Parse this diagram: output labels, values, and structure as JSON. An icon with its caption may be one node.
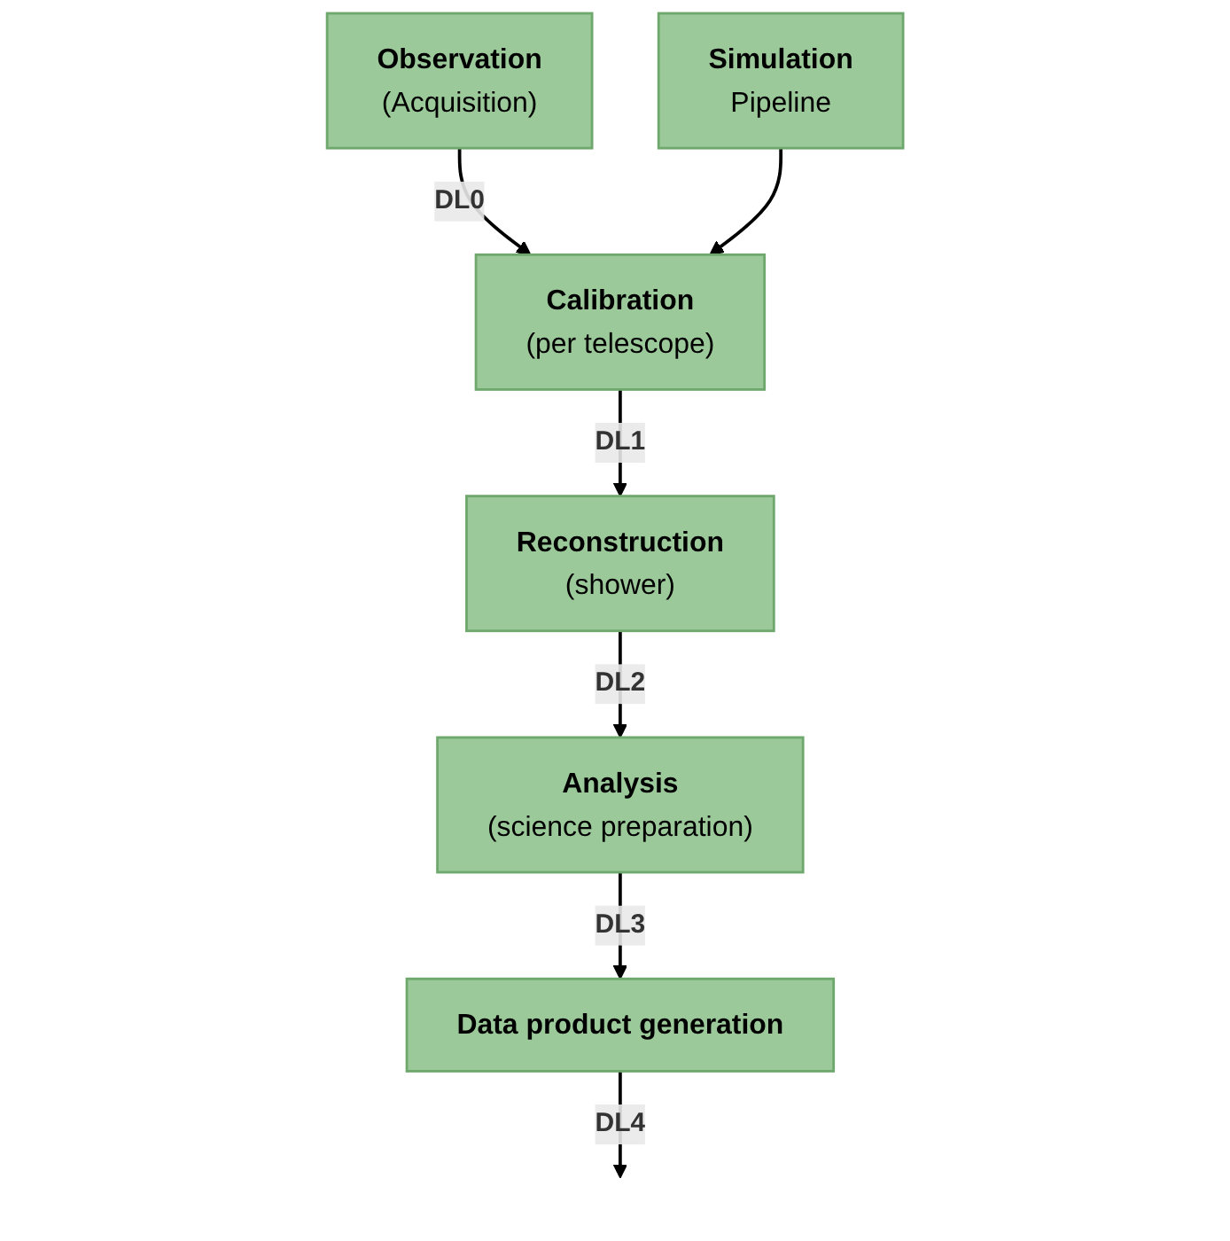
{
  "diagram": {
    "nodes": [
      {
        "text": [
          "Observation",
          "(Acquisition)"
        ]
      },
      {
        "text": [
          "Simulation",
          "Pipeline"
        ]
      },
      {
        "text": [
          "Calibration",
          "(per telescope)"
        ]
      },
      {
        "text": [
          "Reconstruction",
          "(shower)"
        ]
      },
      {
        "text": [
          "Analysis",
          "(science preparation)"
        ]
      },
      {
        "text": [
          "Data product generation"
        ]
      }
    ],
    "edges": [
      {
        "from": 0,
        "to": 2,
        "arrow": "to",
        "label": "DL0"
      },
      {
        "from": 1,
        "to": 2,
        "arrow": "to"
      },
      {
        "from": 2,
        "to": 3,
        "arrow": "to",
        "label": "DL1"
      },
      {
        "from": 3,
        "to": 4,
        "arrow": "to",
        "label": "DL2"
      },
      {
        "from": 4,
        "to": 5,
        "arrow": "to",
        "label": "DL3"
      },
      {
        "from": 5,
        "to": null,
        "arrow": "to",
        "label": "DL4"
      }
    ]
  }
}
